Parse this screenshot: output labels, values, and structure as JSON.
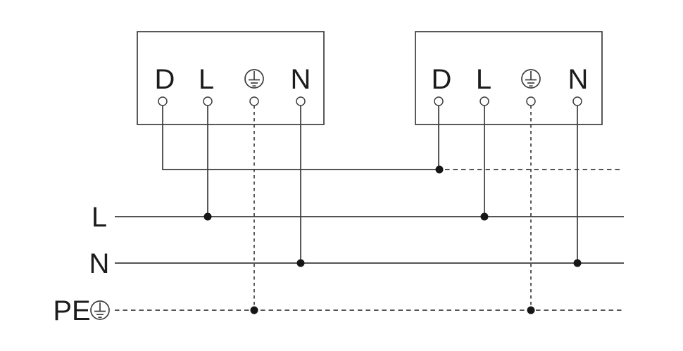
{
  "colors": {
    "line": "#3c3c3c",
    "text": "#1c1c1c",
    "dot": "#161616",
    "background": "#ffffff"
  },
  "device1": {
    "terminal_d": "D",
    "terminal_l": "L",
    "terminal_n": "N",
    "earth_icon": "protective-earth"
  },
  "device2": {
    "terminal_d": "D",
    "terminal_l": "L",
    "terminal_n": "N",
    "earth_icon": "protective-earth"
  },
  "buses": {
    "line": "L",
    "neutral": "N",
    "earth": "PE",
    "earth_icon": "protective-earth"
  }
}
